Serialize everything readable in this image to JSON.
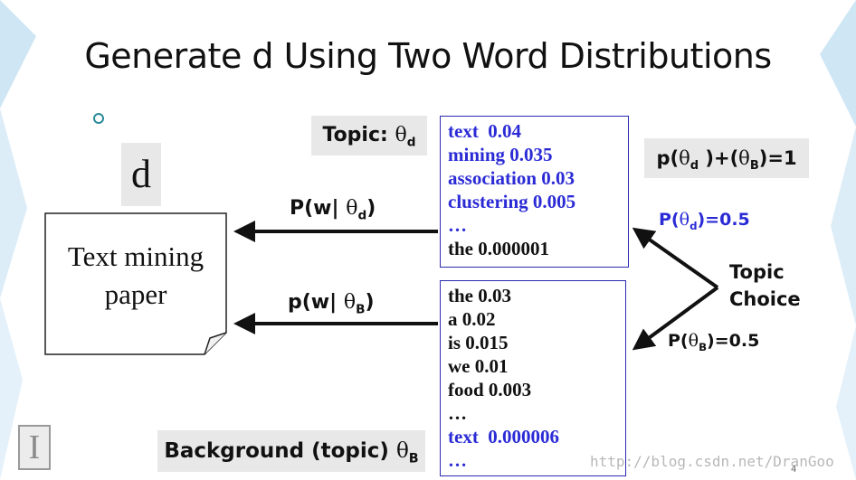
{
  "title": "Generate d Using Two Word Distributions",
  "doc_letter": "d",
  "doc_text_line1": "Text mining",
  "doc_text_line2": "paper",
  "topic_label": {
    "text": "Topic: ",
    "sym": "θ",
    "sub": "d"
  },
  "background_label": {
    "text": "Background (topic) ",
    "sym": "θ",
    "sub": "B"
  },
  "topic_words": [
    {
      "text": "text  0.04",
      "color": "#2b2bd6"
    },
    {
      "text": "mining 0.035",
      "color": "#2b2bd6"
    },
    {
      "text": "association 0.03",
      "color": "#2b2bd6"
    },
    {
      "text": "clustering 0.005",
      "color": "#2b2bd6"
    },
    {
      "text": "…",
      "color": "#2b2bd6"
    },
    {
      "text": "the 0.000001",
      "color": "#111111"
    }
  ],
  "background_words": [
    {
      "text": "the 0.03",
      "color": "#111111"
    },
    {
      "text": "a 0.02",
      "color": "#111111"
    },
    {
      "text": "is 0.015",
      "color": "#111111"
    },
    {
      "text": "we 0.01",
      "color": "#111111"
    },
    {
      "text": "food 0.003",
      "color": "#111111"
    },
    {
      "text": "…",
      "color": "#111111"
    },
    {
      "text": "text  0.000006",
      "color": "#2b2bd6"
    },
    {
      "text": "…",
      "color": "#2b2bd6"
    }
  ],
  "arrow_top": {
    "prefix": "P(w| ",
    "sym": "θ",
    "sub": "d",
    "suffix": ")"
  },
  "arrow_bottom": {
    "prefix": "p(w| ",
    "sym": "θ",
    "sub": "B",
    "suffix": ")"
  },
  "constraint": {
    "p1": "p(",
    "sym1": "θ",
    "sub1": "d",
    "mid": " )+(",
    "sym2": "θ",
    "sub2": "B",
    "end": ")=1"
  },
  "prob_d": {
    "p": "P(",
    "sym": "θ",
    "sub": "d",
    "end": ")=0.5"
  },
  "prob_b": {
    "p": "P(",
    "sym": "θ",
    "sub": "B",
    "end": ")=0.5"
  },
  "topic_choice_line1": "Topic",
  "topic_choice_line2": "Choice",
  "watermark": "http://blog.csdn.net/DranGoo",
  "page_number": "4",
  "colors": {
    "accent_blue": "#2b2bd6",
    "box_border": "#2b2bb0",
    "label_bg": "#e8e8e8"
  }
}
